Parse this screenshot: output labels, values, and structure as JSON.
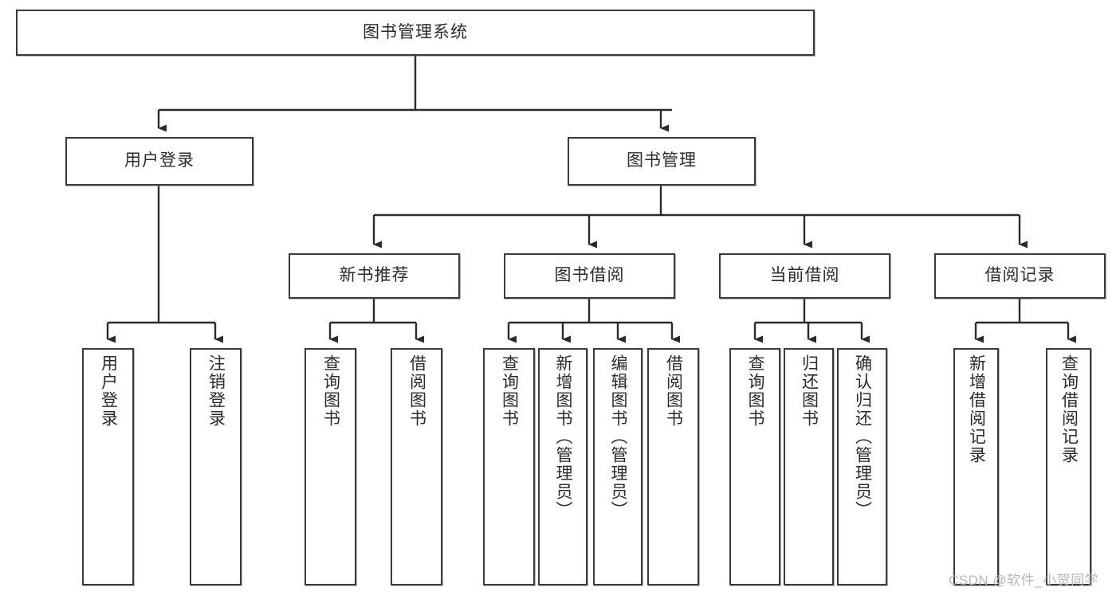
{
  "diagram": {
    "type": "tree-hierarchy-chart",
    "title": "图书管理系统",
    "watermark": "CSDN @软件_小贺同学",
    "colors": {
      "box_border": "#3b3b3b",
      "box_fill": "#ffffff",
      "connector": "#2b2b2b",
      "text": "#2b2b2b",
      "watermark": "#b9b9b9"
    },
    "levels": {
      "level1": [
        {
          "id": "root",
          "label": "图书管理系统"
        }
      ],
      "level2": [
        {
          "id": "user-login",
          "label": "用户登录"
        },
        {
          "id": "book-manage",
          "label": "图书管理"
        }
      ],
      "level3": [
        {
          "id": "new-book-recommend",
          "label": "新书推荐",
          "parent": "book-manage"
        },
        {
          "id": "book-borrow",
          "label": "图书借阅",
          "parent": "book-manage"
        },
        {
          "id": "current-borrow",
          "label": "当前借阅",
          "parent": "book-manage"
        },
        {
          "id": "borrow-record",
          "label": "借阅记录",
          "parent": "book-manage"
        }
      ],
      "level4": [
        {
          "id": "leaf-user-login",
          "label": "用户登录",
          "parent": "user-login"
        },
        {
          "id": "leaf-logout-login",
          "label": "注销登录",
          "parent": "user-login"
        },
        {
          "id": "leaf-query-book-1",
          "label": "查询图书",
          "parent": "new-book-recommend"
        },
        {
          "id": "leaf-borrow-book-1",
          "label": "借阅图书",
          "parent": "new-book-recommend"
        },
        {
          "id": "leaf-query-book-2",
          "label": "查询图书",
          "parent": "book-borrow"
        },
        {
          "id": "leaf-add-book",
          "label": "新增图书（管理员）",
          "parent": "book-borrow"
        },
        {
          "id": "leaf-edit-book",
          "label": "编辑图书（管理员）",
          "parent": "book-borrow"
        },
        {
          "id": "leaf-borrow-book-2",
          "label": "借阅图书",
          "parent": "book-borrow"
        },
        {
          "id": "leaf-query-book-3",
          "label": "查询图书",
          "parent": "current-borrow"
        },
        {
          "id": "leaf-return-book",
          "label": "归还图书",
          "parent": "current-borrow"
        },
        {
          "id": "leaf-confirm-return",
          "label": "确认归还（管理员）",
          "parent": "current-borrow"
        },
        {
          "id": "leaf-add-record",
          "label": "新增借阅记录",
          "parent": "borrow-record"
        },
        {
          "id": "leaf-query-record",
          "label": "查询借阅记录",
          "parent": "borrow-record"
        }
      ]
    }
  }
}
